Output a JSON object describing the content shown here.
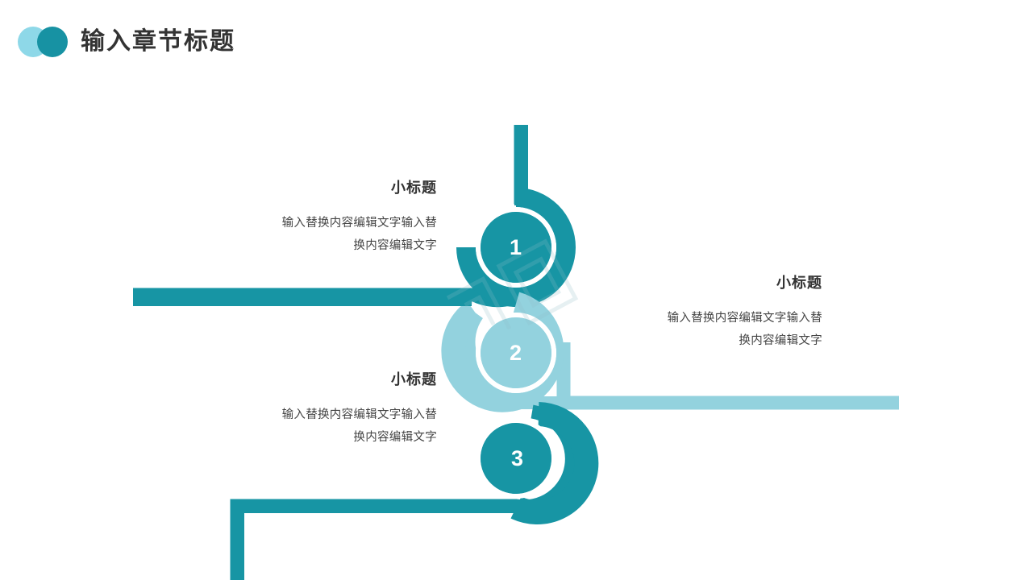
{
  "header": {
    "title": "输入章节标题",
    "logo": {
      "light_color": "#8ed8e8",
      "dark_color": "#1792a3"
    }
  },
  "theme": {
    "dark_teal": "#1795a4",
    "light_teal": "#93d2de",
    "text_dark": "#333333",
    "text_body": "#444444",
    "background": "#ffffff"
  },
  "steps": [
    {
      "number": "1",
      "heading": "小标题",
      "body_line_1": "输入替换内容编辑文字输入替",
      "body_line_2": "换内容编辑文字",
      "color": "#1795a4"
    },
    {
      "number": "2",
      "heading": "小标题",
      "body_line_1": "输入替换内容编辑文字输入替",
      "body_line_2": "换内容编辑文字",
      "color": "#93d2de"
    },
    {
      "number": "3",
      "heading": "小标题",
      "body_line_1": "输入替换内容编辑文字输入替",
      "body_line_2": "换内容编辑文字",
      "color": "#1795a4"
    }
  ]
}
